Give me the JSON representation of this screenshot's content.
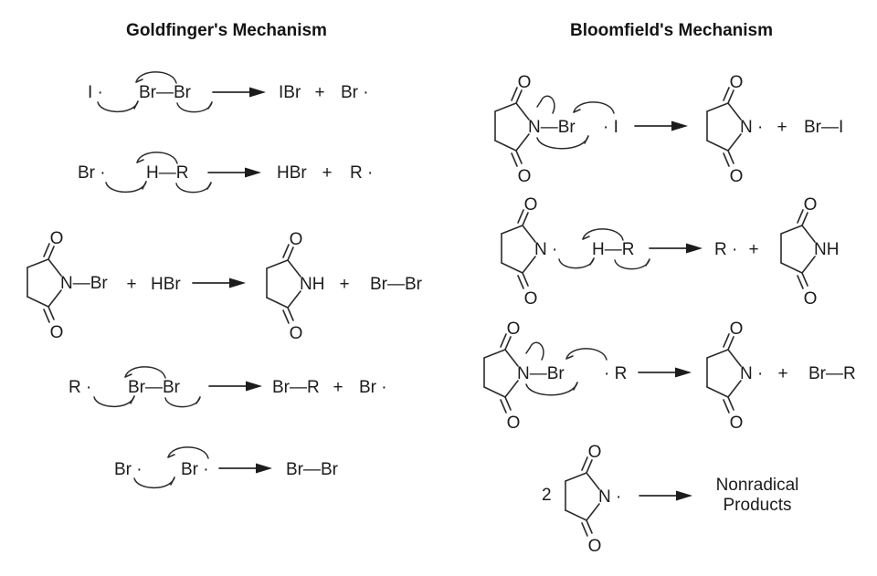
{
  "colors": {
    "background": "#ffffff",
    "ink": "#1c1c1c"
  },
  "atoms": {
    "O": "O",
    "N_Br": "N—Br",
    "NH": "NH",
    "N_rad": "N ·"
  },
  "goldfinger": {
    "title": "Goldfinger's Mechanism",
    "step1": {
      "radical": "I ·",
      "molecule": "Br—Br",
      "product1": "IBr",
      "plus": "+",
      "product2": "Br ·"
    },
    "step2": {
      "radical": "Br ·",
      "molecule": "H—R",
      "product1": "HBr",
      "plus": "+",
      "product2": "R ·"
    },
    "step3": {
      "plus_reactant": "+",
      "reagent": "HBr",
      "plus_product": "+",
      "product": "Br—Br"
    },
    "step4": {
      "radical": "R ·",
      "molecule": "Br—Br",
      "product1": "Br—R",
      "plus": "+",
      "product2": "Br ·"
    },
    "step5": {
      "radical1": "Br ·",
      "radical2": "Br ·",
      "product": "Br—Br"
    }
  },
  "bloomfield": {
    "title": "Bloomfield's Mechanism",
    "step1": {
      "radical": "· I",
      "plus": "+",
      "product": "Br—I"
    },
    "step2": {
      "molecule": "H—R",
      "product": "R ·",
      "plus": "+"
    },
    "step3": {
      "radical": "· R",
      "plus": "+",
      "product": "Br—R"
    },
    "step4": {
      "coefficient": "2",
      "product_line1": "Nonradical",
      "product_line2": "Products"
    }
  }
}
